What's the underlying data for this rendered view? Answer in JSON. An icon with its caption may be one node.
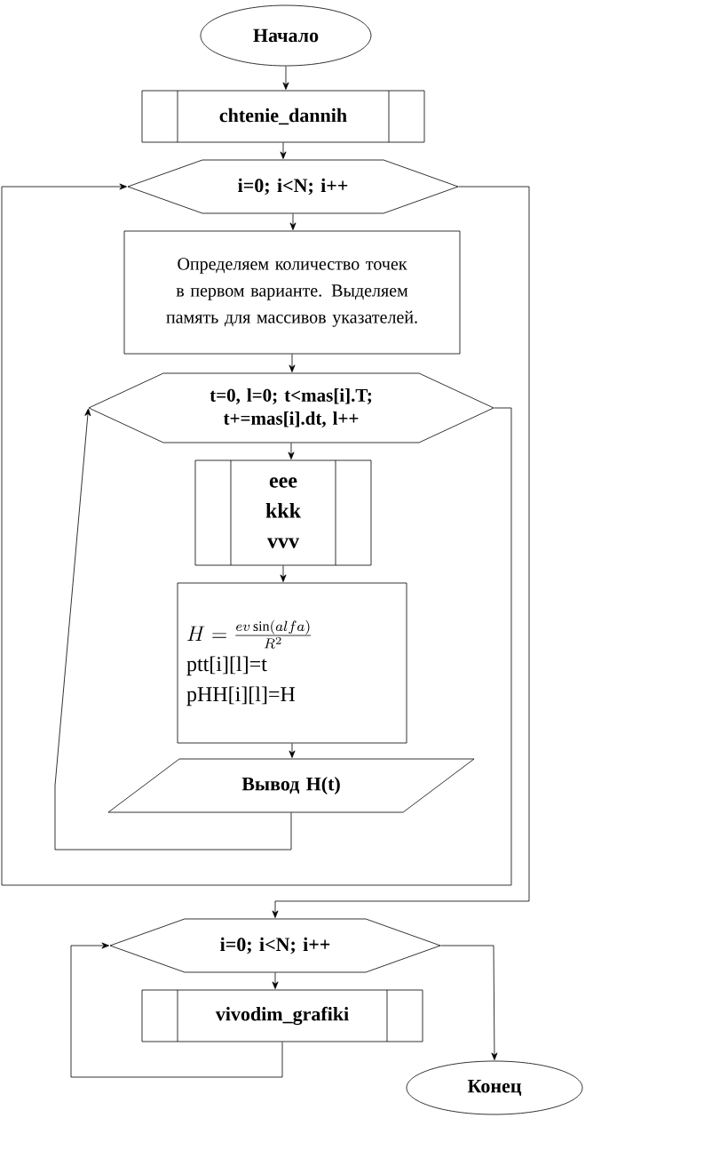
{
  "diagram": {
    "nodes": [
      {
        "text": [
          "Начало"
        ]
      },
      {
        "text": [
          "chtenie_dannih"
        ]
      },
      {
        "text": [
          "i=0; i<N; i++"
        ]
      },
      {
        "text": [
          "Определяем количество точек в первом варианте. Выделяем память для массивов указателей."
        ]
      },
      {
        "text": [
          "t=0, l=0; t<mas[i].T; t+=mas[i].dt, l++"
        ]
      },
      {
        "text": [
          "eee",
          "kkk",
          "vvv"
        ]
      },
      {
        "text": [
          "H = \\frac{ev\\sin(alfa)}{R^2}",
          "ptt[i][l]=t",
          "pHH[i][l]=H"
        ]
      },
      {
        "text": [
          "Вывод H(t)"
        ]
      },
      {
        "text": [
          "i=0; i<N; i++"
        ]
      },
      {
        "text": [
          "vivodim_grafiki"
        ]
      },
      {
        "text": [
          "Конец"
        ]
      }
    ],
    "edges": [
      {
        "from": 0,
        "to": 1,
        "arrow": "to"
      },
      {
        "from": 1,
        "to": 2,
        "arrow": "to"
      },
      {
        "from": 2,
        "to": 3,
        "arrow": "to"
      },
      {
        "from": 3,
        "to": 4,
        "arrow": "to"
      },
      {
        "from": 4,
        "to": 5,
        "arrow": "to"
      },
      {
        "from": 5,
        "to": 6,
        "arrow": "to"
      },
      {
        "from": 6,
        "to": 7,
        "arrow": "to"
      },
      {
        "from": 7,
        "to": 4,
        "arrow": "to"
      },
      {
        "from": 4,
        "to": 2,
        "arrow": "to"
      },
      {
        "from": 2,
        "to": 8,
        "arrow": "to"
      },
      {
        "from": 8,
        "to": 9,
        "arrow": "to"
      },
      {
        "from": 9,
        "to": 8,
        "arrow": "to"
      },
      {
        "from": 8,
        "to": 10,
        "arrow": "to"
      }
    ]
  }
}
